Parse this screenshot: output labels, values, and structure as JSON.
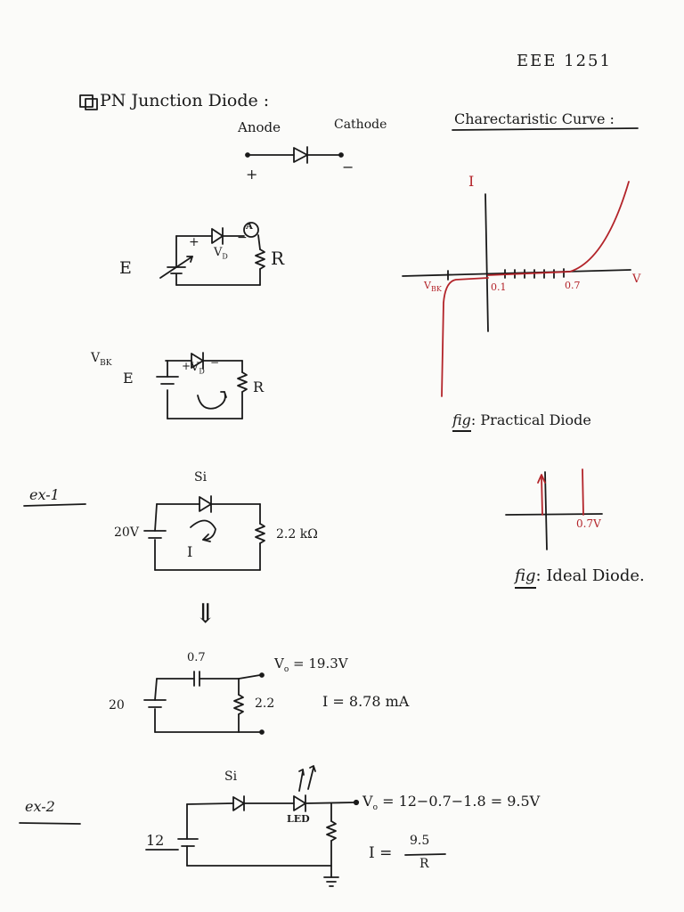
{
  "course_code": "EEE 1251",
  "heading": "PN Junction Diode :",
  "diode_symbol": {
    "anode": "Anode",
    "cathode": "Cathode",
    "plus": "+",
    "minus": "−"
  },
  "curve_heading": "Charectaristic Curve :",
  "circuit1": {
    "source": "E",
    "resistor": "R",
    "vd": "V",
    "vd_sub": "D",
    "ammeter": "A",
    "plus": "+",
    "minus": "−"
  },
  "circuit2": {
    "vbk": "V",
    "vbk_sub": "BK",
    "source": "E",
    "resistor": "R",
    "vd": "V",
    "vd_sub": "D",
    "plus": "+",
    "minus": "−"
  },
  "practical_curve": {
    "y_axis_label": "I",
    "x_axis_label": "V",
    "vbk_label": "V",
    "vbk_sub": "BK",
    "tick_01": "0.1",
    "tick_07": "0.7",
    "caption_prefix": "fig",
    "caption": ": Practical Diode"
  },
  "ideal_curve": {
    "tick_label": "0.7V",
    "caption_prefix": "fig",
    "caption": ": Ideal Diode."
  },
  "ex1": {
    "label": "ex-1",
    "material": "Si",
    "source": "20V",
    "resistor": "2.2 kΩ",
    "current": "I",
    "arrow": "⇓",
    "eq_drop": "0.7",
    "eq_source": "20",
    "eq_resistor": "2.2",
    "vo_symbol": "V",
    "vo_sub": "o",
    "vo_value": "= 19.3V",
    "i_value": "I = 8.78 mA"
  },
  "ex2": {
    "label": "ex-2",
    "material": "Si",
    "led": "LED",
    "source": "12",
    "vo_symbol": "V",
    "vo_sub": "o",
    "vo_value": "= 12−0.7−1.8 = 9.5V",
    "i_prefix": "I =",
    "i_num": "9.5",
    "i_den": "R"
  }
}
